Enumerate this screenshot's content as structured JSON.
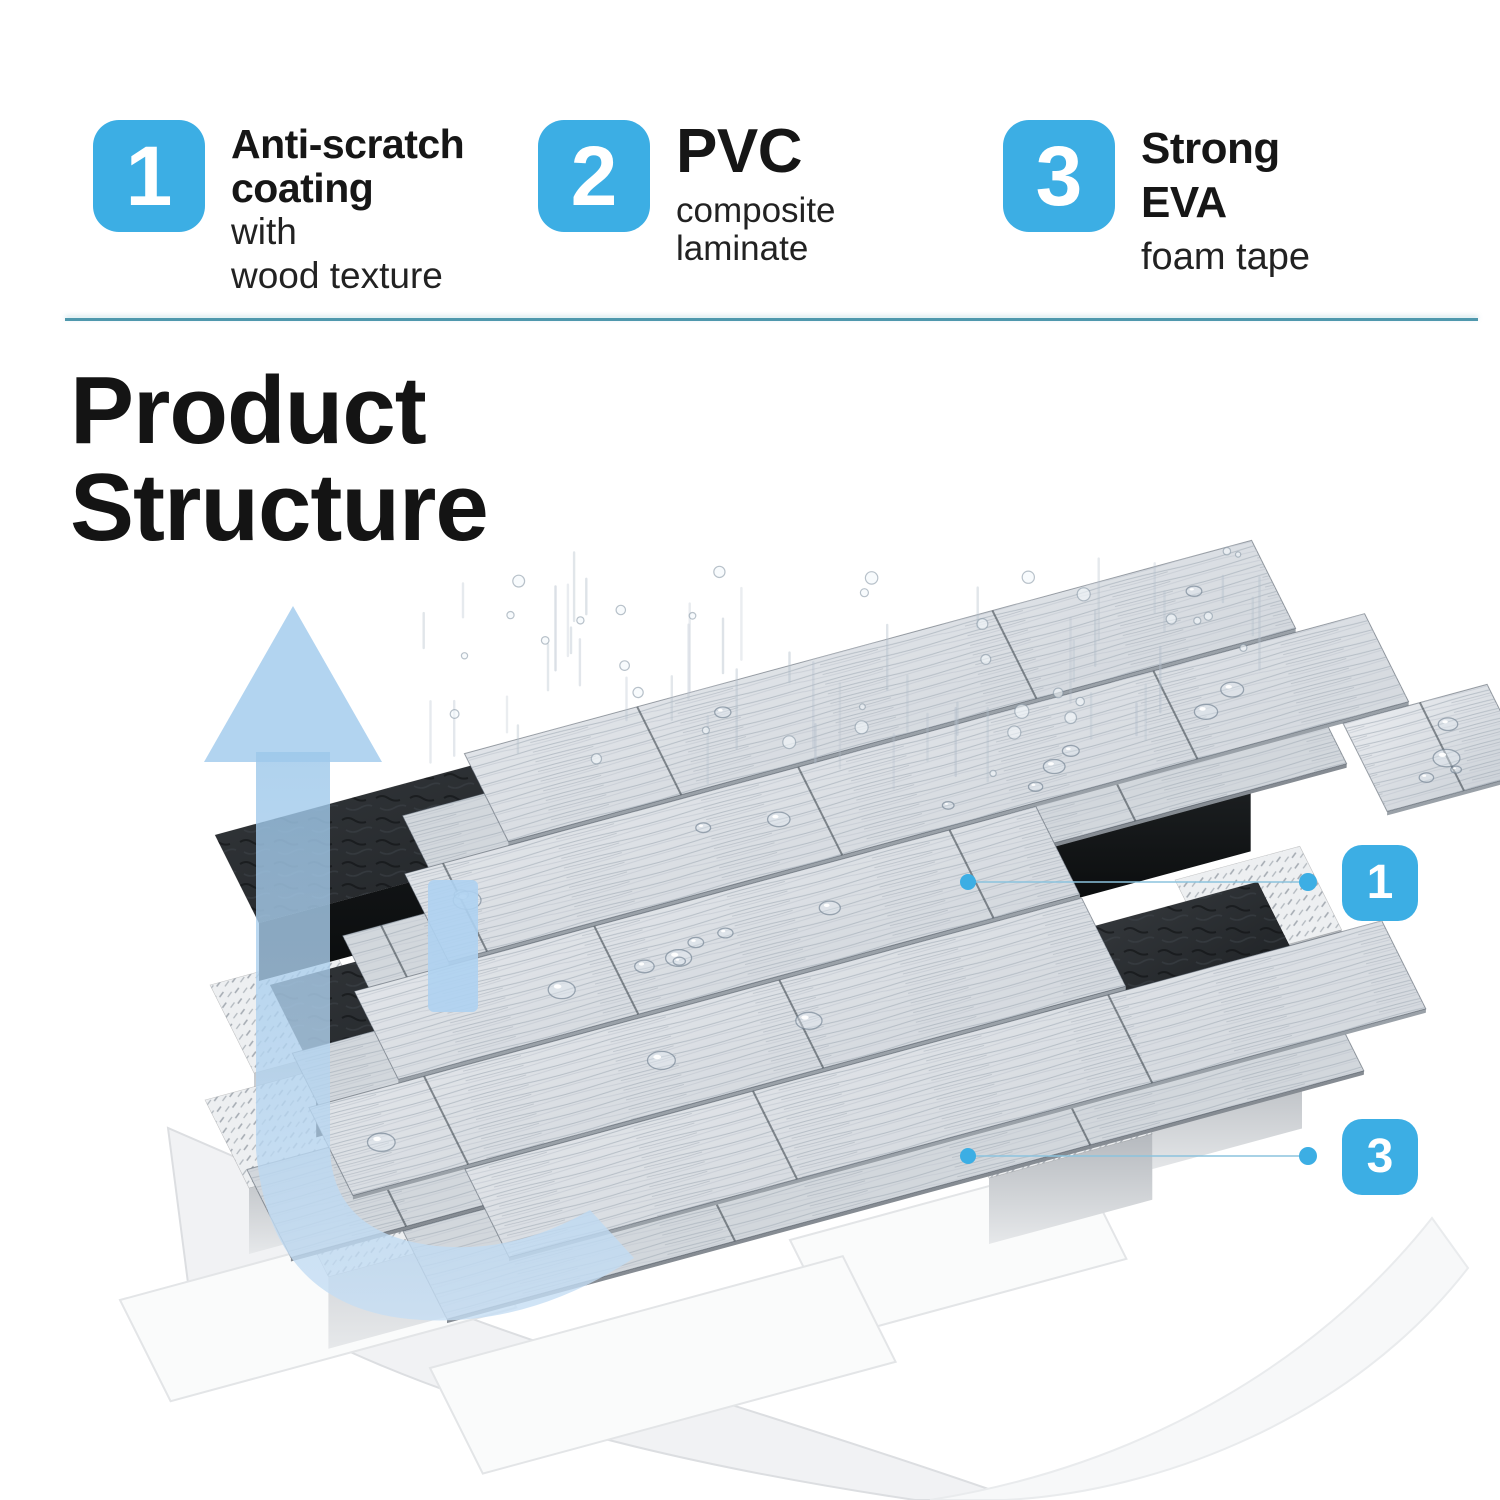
{
  "features": [
    {
      "number": "1",
      "title_lines": [
        "Anti-scratch",
        "coating"
      ],
      "subtitle_lines": [
        "with",
        "wood texture"
      ]
    },
    {
      "number": "2",
      "title_lines": [
        "PVC"
      ],
      "subtitle_lines": [
        "composite",
        "laminate"
      ]
    },
    {
      "number": "3",
      "title_lines": [
        "Strong",
        "EVA"
      ],
      "subtitle_lines": [
        "foam tape"
      ]
    }
  ],
  "heading": {
    "line1": "Product",
    "line2": "Structure"
  },
  "callouts": [
    {
      "number": "1"
    },
    {
      "number": "3"
    }
  ],
  "colors": {
    "accent": "#3CAEE4",
    "divider": "#4F98AD",
    "heading_text": "#141414",
    "body_text": "#1B1B1B",
    "arrow_blue": "#A9CDEC",
    "black_layer": "#1F2225",
    "foam_gray": "#E8EAEC",
    "wood_gray": "#D6DBE0"
  }
}
